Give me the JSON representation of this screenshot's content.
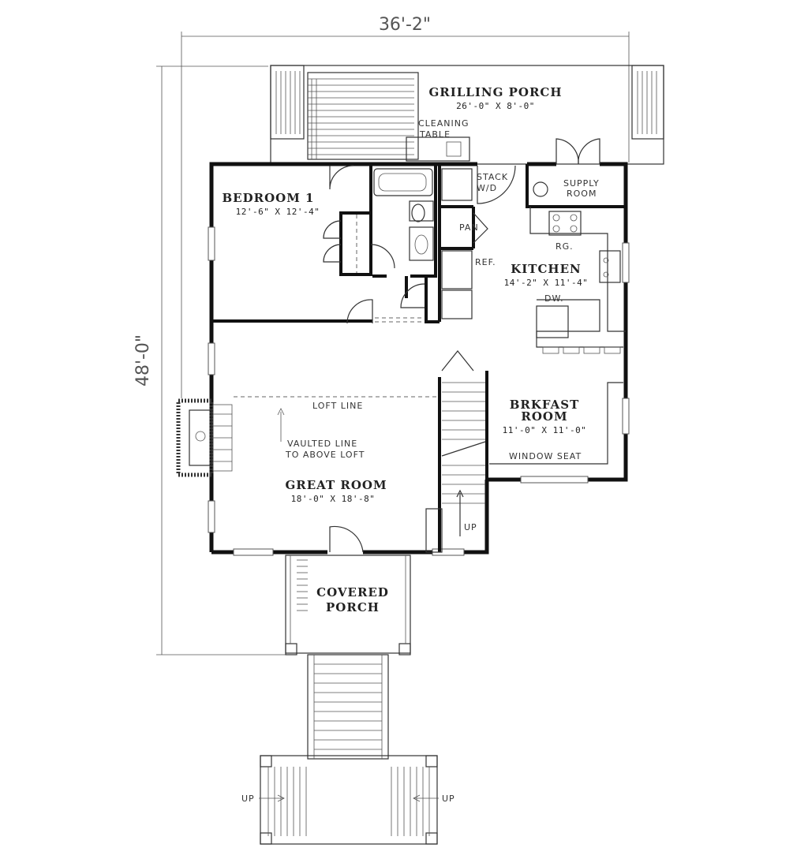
{
  "dimensions": {
    "width": "36'-2\"",
    "depth": "48'-0\""
  },
  "rooms": {
    "grilling_porch": {
      "name": "GRILLING PORCH",
      "size": "26'-0\" X 8'-0\""
    },
    "cleaning_table": {
      "line1": "CLEANING",
      "line2": "TABLE"
    },
    "bedroom": {
      "name": "BEDROOM 1",
      "size": "12'-6\" X 12'-4\""
    },
    "stack": {
      "line1": "STACK",
      "line2": "W/D"
    },
    "supply": {
      "line1": "SUPPLY",
      "line2": "ROOM"
    },
    "pan": "PAN",
    "rg": "RG.",
    "ref": "REF.",
    "kitchen": {
      "name": "KITCHEN",
      "size": "14'-2\" X 11'-4\""
    },
    "dw": "DW.",
    "breakfast": {
      "line1": "BRKFAST",
      "line2": "ROOM",
      "size": "11'-0\" X 11'-0\""
    },
    "window_seat": "WINDOW SEAT",
    "loft_line": "LOFT LINE",
    "vaulted": {
      "line1": "VAULTED LINE",
      "line2": "TO ABOVE LOFT"
    },
    "great_room": {
      "name": "GREAT ROOM",
      "size": "18'-0\" X 18'-8\""
    },
    "stair_up": "UP",
    "covered_porch": {
      "line1": "COVERED",
      "line2": "PORCH"
    },
    "entry_up_left": "UP",
    "entry_up_right": "UP"
  }
}
